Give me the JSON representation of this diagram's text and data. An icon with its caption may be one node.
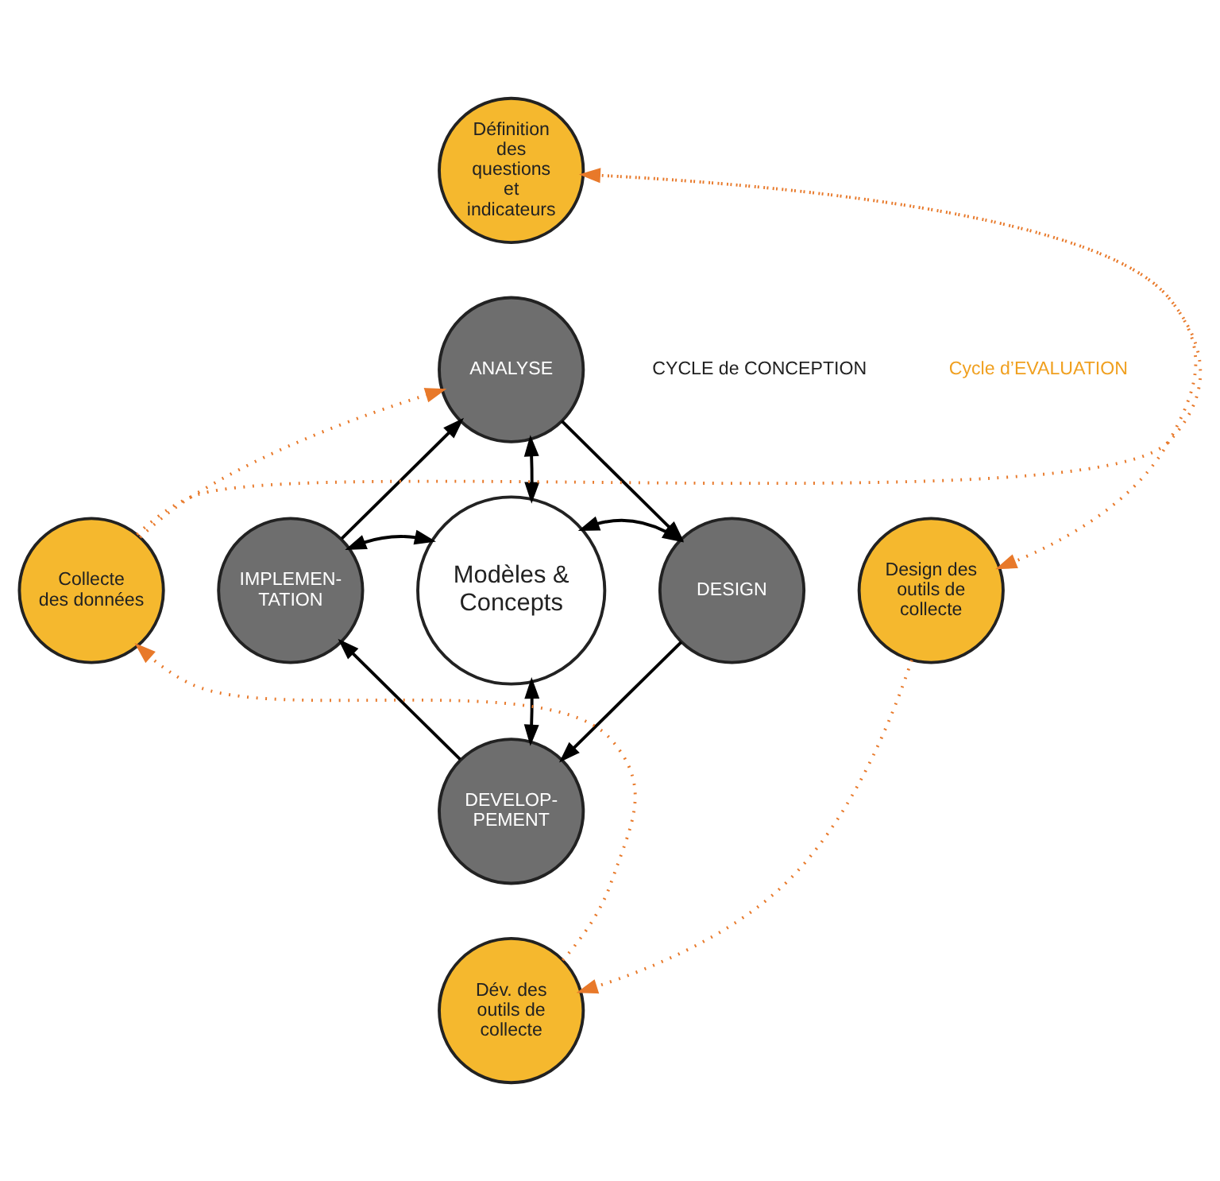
{
  "diagram": {
    "nodes": [
      {
        "text": [
          "Définition des questions et indicateurs"
        ]
      },
      {
        "text": [
          "ANALYSE"
        ]
      },
      {
        "text": [
          "Modèles & Concepts"
        ]
      },
      {
        "text": [
          "IMPLEMEN- TATION"
        ]
      },
      {
        "text": [
          "Collecte des données"
        ]
      },
      {
        "text": [
          "DESIGN"
        ]
      },
      {
        "text": [
          "Design des outils de collecte"
        ]
      },
      {
        "text": [
          "DEVELOP- PEMENT"
        ]
      },
      {
        "text": [
          "Dév. des outils de collecte"
        ]
      }
    ],
    "edges": [
      {
        "from": 1,
        "to": 5,
        "arrow": "to"
      },
      {
        "from": 5,
        "to": 7,
        "arrow": "to"
      },
      {
        "from": 7,
        "to": 3,
        "arrow": "to"
      },
      {
        "from": 3,
        "to": 1,
        "arrow": "to"
      },
      {
        "from": 2,
        "to": 1,
        "arrow": "both"
      },
      {
        "from": 2,
        "to": 5,
        "arrow": "both"
      },
      {
        "from": 2,
        "to": 7,
        "arrow": "both"
      },
      {
        "from": 2,
        "to": 3,
        "arrow": "both"
      },
      {
        "from": 4,
        "to": 0,
        "arrow": "to",
        "style": "dashed",
        "color": "#e8792a"
      },
      {
        "from": 4,
        "to": 1,
        "arrow": "to",
        "style": "dashed",
        "color": "#e8792a"
      },
      {
        "from": 0,
        "to": 6,
        "arrow": "to",
        "style": "dashed",
        "color": "#e8792a"
      },
      {
        "from": 6,
        "to": 8,
        "arrow": "to",
        "style": "dashed",
        "color": "#e8792a"
      },
      {
        "from": 8,
        "to": 4,
        "arrow": "to",
        "style": "dashed",
        "color": "#e8792a"
      }
    ],
    "labels": [
      "CYCLE de CONCEPTION",
      "Cycle d’EVALUATION"
    ]
  }
}
